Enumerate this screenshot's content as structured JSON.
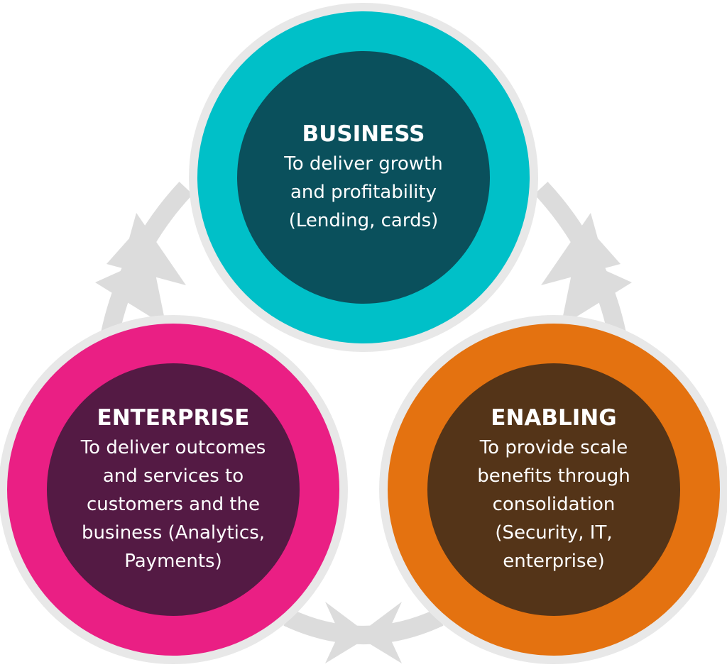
{
  "colors": {
    "arrow": "#dcdcdc",
    "halo": "#e8e8e8",
    "business_outer": "#00c0c8",
    "business_inner": "#0a505c",
    "enterprise_outer": "#ea1f84",
    "enterprise_inner": "#541a44",
    "enabling_outer": "#e47210",
    "enabling_inner": "#543418"
  },
  "nodes": {
    "business": {
      "title": "BUSINESS",
      "lines": [
        "To deliver growth",
        "and profitability",
        "(Lending, cards)"
      ]
    },
    "enterprise": {
      "title": "ENTERPRISE",
      "lines": [
        "To deliver outcomes",
        "and services to",
        "customers and the",
        "business (Analytics,",
        "Payments)"
      ]
    },
    "enabling": {
      "title": "ENABLING",
      "lines": [
        "To provide scale",
        "benefits through",
        "consolidation",
        "(Security, IT,",
        "enterprise)"
      ]
    }
  }
}
